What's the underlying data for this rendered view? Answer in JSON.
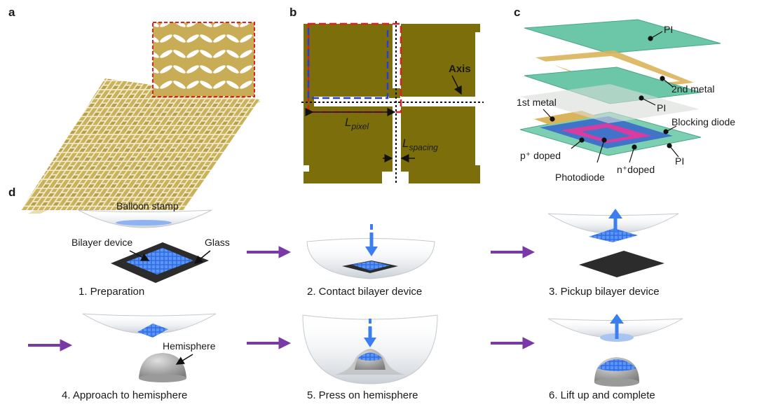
{
  "panels": {
    "a": {
      "label": "a"
    },
    "b": {
      "label": "b",
      "axis_label": "Axis",
      "l_pixel": "L",
      "l_pixel_sub": "pixel",
      "l_spacing": "L",
      "l_spacing_sub": "spacing"
    },
    "c": {
      "label": "c",
      "layers": [
        "PI",
        "2nd metal",
        "PI",
        "1st metal",
        "Blocking diode",
        "p⁺ doped",
        "PI",
        "Photodiode",
        "n⁺doped"
      ]
    },
    "d": {
      "label": "d",
      "annotations": {
        "balloon_stamp": "Balloon stamp",
        "bilayer_device": "Bilayer device",
        "glass": "Glass",
        "hemisphere": "Hemisphere"
      },
      "steps": [
        "1. Preparation",
        "2. Contact bilayer device",
        "3. Pickup bilayer device",
        "4. Approach to hemisphere",
        "5. Press on hemisphere",
        "6. Lift up and complete"
      ]
    }
  },
  "colors": {
    "gold": "#c9b25a",
    "olive": "#7d6e0c",
    "teal": "#6cc7a8",
    "blue": "#3a7ef0",
    "purple": "#7a3aa5",
    "red": "#e02020",
    "dashblue": "#2a3fd0"
  }
}
